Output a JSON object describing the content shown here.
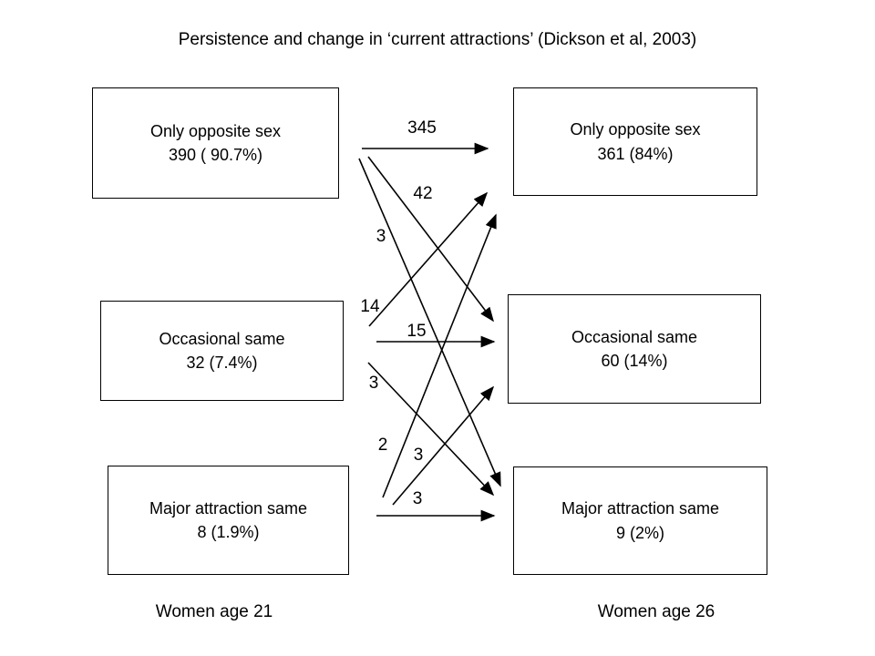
{
  "title": "Persistence and change in ‘current attractions’ (Dickson et al, 2003)",
  "columns": {
    "left_caption": "Women age 21",
    "right_caption": "Women age 26"
  },
  "left_nodes": [
    {
      "label": "Only opposite sex",
      "value": "390 ( 90.7%)"
    },
    {
      "label": "Occasional same",
      "value": "32 (7.4%)"
    },
    {
      "label": "Major attraction same",
      "value": "8 (1.9%)"
    }
  ],
  "right_nodes": [
    {
      "label": "Only opposite sex",
      "value": "361 (84%)"
    },
    {
      "label": "Occasional same",
      "value": "60 (14%)"
    },
    {
      "label": "Major attraction same",
      "value": "9 (2%)"
    }
  ],
  "edge_labels": [
    {
      "text": "345"
    },
    {
      "text": "42"
    },
    {
      "text": "3"
    },
    {
      "text": "14"
    },
    {
      "text": "15"
    },
    {
      "text": "3"
    },
    {
      "text": "2"
    },
    {
      "text": "3"
    },
    {
      "text": "3"
    }
  ],
  "chart_data": {
    "type": "diagram",
    "title": "Persistence and change in ‘current attractions’ (Dickson et al, 2003)",
    "source_column": "Women age 21",
    "target_column": "Women age 26",
    "source_nodes": [
      {
        "name": "Only opposite sex",
        "count": 390,
        "percent": 90.7
      },
      {
        "name": "Occasional same",
        "count": 32,
        "percent": 7.4
      },
      {
        "name": "Major attraction same",
        "count": 8,
        "percent": 1.9
      }
    ],
    "target_nodes": [
      {
        "name": "Only opposite sex",
        "count": 361,
        "percent": 84
      },
      {
        "name": "Occasional same",
        "count": 60,
        "percent": 14
      },
      {
        "name": "Major attraction same",
        "count": 9,
        "percent": 2
      }
    ],
    "flows": [
      {
        "from": "Only opposite sex",
        "to": "Only opposite sex",
        "value": 345
      },
      {
        "from": "Only opposite sex",
        "to": "Occasional same",
        "value": 42
      },
      {
        "from": "Only opposite sex",
        "to": "Major attraction same",
        "value": 3
      },
      {
        "from": "Occasional same",
        "to": "Only opposite sex",
        "value": 14
      },
      {
        "from": "Occasional same",
        "to": "Occasional same",
        "value": 15
      },
      {
        "from": "Occasional same",
        "to": "Major attraction same",
        "value": 3
      },
      {
        "from": "Major attraction same",
        "to": "Only opposite sex",
        "value": 2
      },
      {
        "from": "Major attraction same",
        "to": "Occasional same",
        "value": 3
      },
      {
        "from": "Major attraction same",
        "to": "Major attraction same",
        "value": 3
      }
    ]
  }
}
